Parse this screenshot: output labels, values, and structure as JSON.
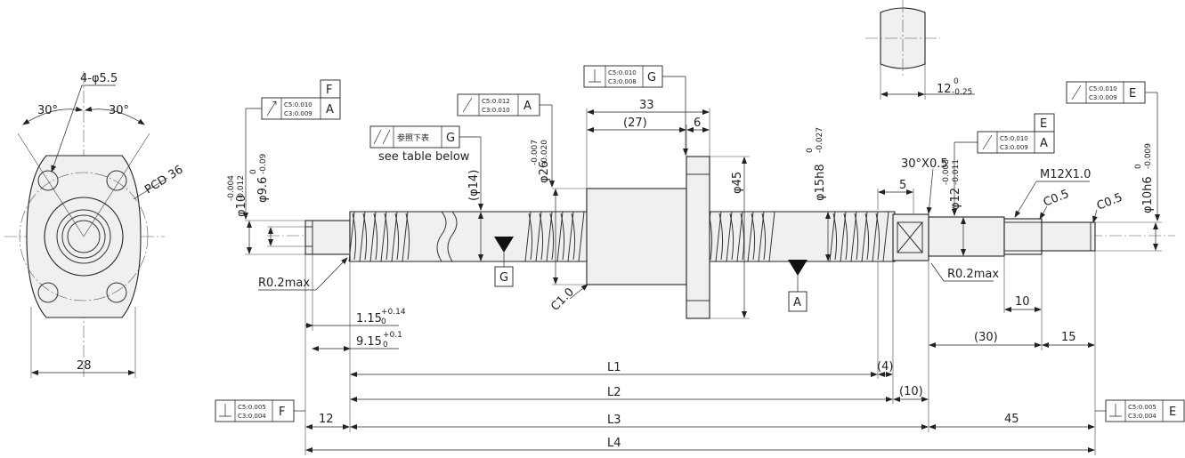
{
  "drawing": {
    "flange_view": {
      "holes": "4-φ5.5",
      "angle_left": "30°",
      "angle_right": "30°",
      "pcd": "PCD 36",
      "width": "28"
    },
    "end_view": {
      "flat_width": "12",
      "flat_tol_upper": "0",
      "flat_tol_lower": "-0.25"
    },
    "labels": {
      "r02_left": "R0.2max",
      "r02_right": "R0.2max",
      "c10": "C1.0",
      "c05_a": "C0.5",
      "c05_b": "C0.5",
      "chamfer": "30°X0.5",
      "thread": "M12X1.0",
      "see_table": "see table below"
    },
    "diameters": {
      "d10": "φ10",
      "d10_up": "-0.004",
      "d10_lo": "-0.012",
      "d96": "φ9.6",
      "d96_up": "0",
      "d96_lo": "-0.09",
      "d14": "(φ14)",
      "d26": "φ26",
      "d26_up": "-0.007",
      "d26_lo": "-0.020",
      "d45": "φ45",
      "d15": "φ15h8",
      "d15_up": "0",
      "d15_lo": "-0.027",
      "d12": "φ12",
      "d12_up": "-0.003",
      "d12_lo": "-0.011",
      "d10h6": "φ10h6",
      "d10h6_up": "0",
      "d10h6_lo": "-0.009"
    },
    "dims": {
      "d33": "33",
      "d27": "(27)",
      "d6": "6",
      "d5": "5",
      "d10b": "10",
      "d30": "(30)",
      "d15b": "15",
      "d115": "1.15",
      "d115_up": "+0.14",
      "d115_lo": "0",
      "d915": "9.15",
      "d915_up": "+0.1",
      "d915_lo": "0",
      "d12a": "12",
      "d45b": "45",
      "d4": "(4)",
      "d10c": "(10)",
      "L1": "L1",
      "L2": "L2",
      "L3": "L3",
      "L4": "L4"
    },
    "datums": {
      "F": "F",
      "A": "A",
      "G": "G",
      "E": "E"
    },
    "tolerances": {
      "runout_F": {
        "c5": "C5:0.010",
        "c3": "C3:0.009",
        "ref": "A"
      },
      "runout_nut": {
        "c5": "C5:0.012",
        "c3": "C3:0.010",
        "ref": "A"
      },
      "perp_nut": {
        "c5": "C5:0.010",
        "c3": "C3:0.008",
        "ref": "G"
      },
      "table_ref": {
        "label": "参照下表",
        "ref": "G"
      },
      "runout_E1": {
        "c5": "C5:0.010",
        "c3": "C3:0.009",
        "ref": "A"
      },
      "runout_E2": {
        "c5": "C5:0.010",
        "c3": "C3:0.009",
        "ref": "E"
      },
      "perp_F": {
        "c5": "C5:0.005",
        "c3": "C3:0.004",
        "ref": "F"
      },
      "perp_E": {
        "c5": "C5:0.005",
        "c3": "C3:0.004",
        "ref": "E"
      }
    }
  }
}
